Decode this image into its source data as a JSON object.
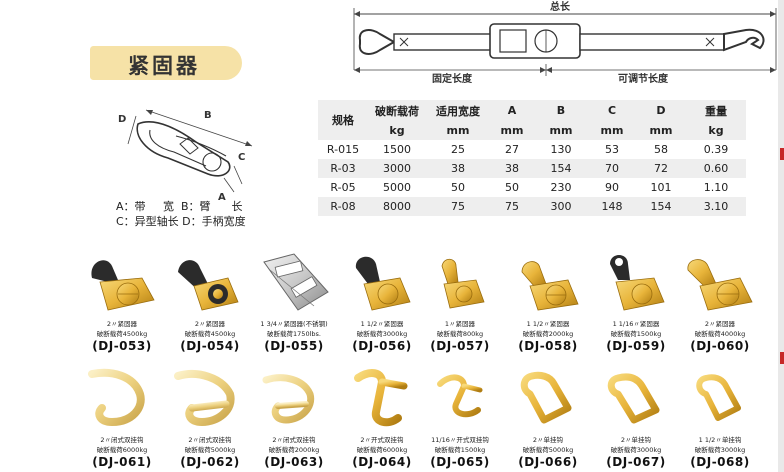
{
  "title": "紧固器",
  "strap_diagram": {
    "total_length_label": "总长",
    "fixed_length_label": "固定长度",
    "adjustable_length_label": "可调节长度"
  },
  "buckle_diagram": {
    "labels": {
      "a": "A",
      "b": "B",
      "c": "C",
      "d": "D"
    },
    "legend_line1": "A：带     宽  B：臂      长",
    "legend_line2": "C：异型轴长 D：手柄宽度"
  },
  "spec_table": {
    "row_header": "规格",
    "columns": [
      {
        "name": "破断载荷",
        "unit": "kg"
      },
      {
        "name": "适用宽度",
        "unit": "mm"
      },
      {
        "name": "A",
        "unit": "mm"
      },
      {
        "name": "B",
        "unit": "mm"
      },
      {
        "name": "C",
        "unit": "mm"
      },
      {
        "name": "D",
        "unit": "mm"
      },
      {
        "name": "重量",
        "unit": "kg"
      }
    ],
    "rows": [
      {
        "model": "R-015",
        "values": [
          "1500",
          "25",
          "27",
          "130",
          "53",
          "58",
          "0.39"
        ]
      },
      {
        "model": "R-03",
        "values": [
          "3000",
          "38",
          "38",
          "154",
          "70",
          "72",
          "0.60"
        ]
      },
      {
        "model": "R-05",
        "values": [
          "5000",
          "50",
          "50",
          "230",
          "90",
          "101",
          "1.10"
        ]
      },
      {
        "model": "R-08",
        "values": [
          "8000",
          "75",
          "75",
          "300",
          "148",
          "154",
          "3.10"
        ]
      }
    ]
  },
  "ratchets": [
    {
      "desc1": "2〃紧固器",
      "desc2": "破断载荷4500kg",
      "code": "(DJ-053)"
    },
    {
      "desc1": "2〃紧固器",
      "desc2": "破断载荷4500kg",
      "code": "(DJ-054)"
    },
    {
      "desc1": "1 3/4〃紧固器(不锈钢)",
      "desc2": "破断载荷1750lbs.",
      "code": "(DJ-055)"
    },
    {
      "desc1": "1 1/2〃紧固器",
      "desc2": "破断载荷3000kg",
      "code": "(DJ-056)"
    },
    {
      "desc1": "1〃紧固器",
      "desc2": "破断载荷800kg",
      "code": "(DJ-057)"
    },
    {
      "desc1": "1 1/2〃紧固器",
      "desc2": "破断载荷2000kg",
      "code": "(DJ-058)"
    },
    {
      "desc1": "1 1/16〃紧固器",
      "desc2": "破断载荷1500kg",
      "code": "(DJ-059)"
    },
    {
      "desc1": "2〃紧固器",
      "desc2": "破断载荷4000kg",
      "code": "(DJ-060)"
    }
  ],
  "hooks": [
    {
      "desc1": "2〃闭式双挂钩",
      "desc2": "破断载荷6000kg",
      "code": "(DJ-061)"
    },
    {
      "desc1": "2〃闭式双挂钩",
      "desc2": "破断载荷5000kg",
      "code": "(DJ-062)"
    },
    {
      "desc1": "2〃闭式双挂钩",
      "desc2": "破断载荷2000kg",
      "code": "(DJ-063)"
    },
    {
      "desc1": "2〃开式双挂钩",
      "desc2": "破断载荷6000kg",
      "code": "(DJ-064)"
    },
    {
      "desc1": "11/16〃开式双挂钩",
      "desc2": "破断载荷1500kg",
      "code": "(DJ-065)"
    },
    {
      "desc1": "2〃单挂钩",
      "desc2": "破断载荷5000kg",
      "code": "(DJ-066)"
    },
    {
      "desc1": "2〃单挂钩",
      "desc2": "破断载荷3000kg",
      "code": "(DJ-067)"
    },
    {
      "desc1": "1 1/2〃单挂钩",
      "desc2": "破断载荷3000kg",
      "code": "(DJ-068)"
    }
  ],
  "colors": {
    "gold": "#e8b43a",
    "gold_dark": "#b07d12",
    "gold_light": "#f7d97a",
    "handle_black": "#2b2b2b",
    "steel": "#c9c9c9",
    "title_tab": "#f6e2a7"
  }
}
